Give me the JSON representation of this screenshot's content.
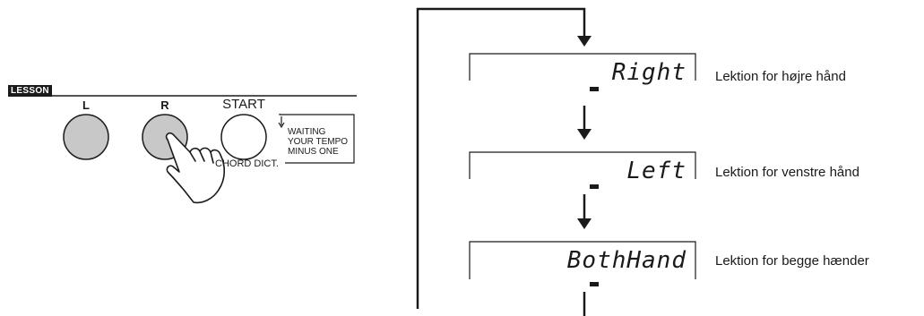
{
  "panel": {
    "lesson_label": "LESSON",
    "buttons": [
      {
        "id": "L",
        "label": "L"
      },
      {
        "id": "R",
        "label": "R"
      }
    ],
    "start_label": "START",
    "chord_dict_label": "CHORD DICT.",
    "modes": [
      "WAITING",
      "YOUR TEMPO",
      "MINUS ONE"
    ],
    "button_color_pressed": "#c8c8c8",
    "button_color_idle": "#ffffff"
  },
  "flow": {
    "steps": [
      {
        "display": "Right",
        "description": "Lektion for højre hånd"
      },
      {
        "display": "Left",
        "description": "Lektion for venstre hånd"
      },
      {
        "display": "BothHand",
        "description": "Lektion for begge hænder"
      }
    ]
  }
}
